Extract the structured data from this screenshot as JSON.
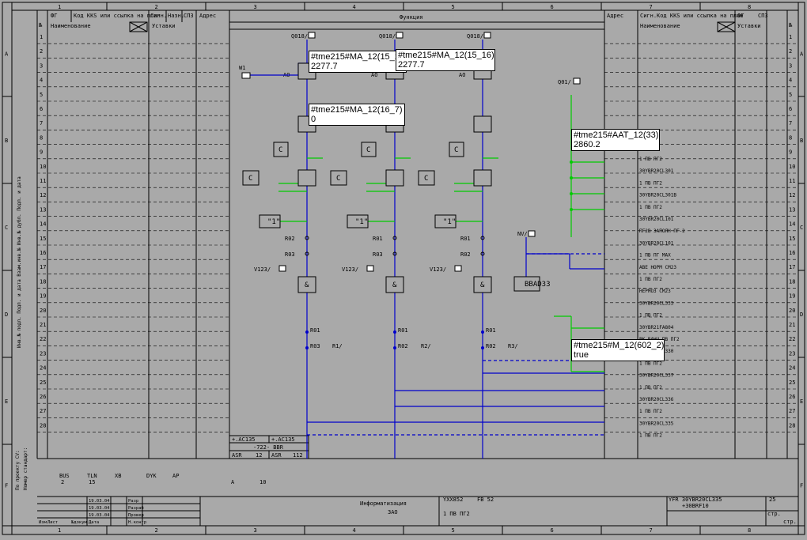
{
  "sheet": {
    "columns": [
      "1",
      "2",
      "3",
      "4",
      "5",
      "6",
      "7",
      "8"
    ],
    "rows_letters": [
      "A",
      "B",
      "C",
      "D",
      "E",
      "F"
    ],
    "row_numbers": [
      "1",
      "2",
      "3",
      "4",
      "5",
      "6",
      "7",
      "8",
      "9",
      "10",
      "11",
      "12",
      "13",
      "14",
      "15",
      "16",
      "17",
      "18",
      "19",
      "20",
      "21",
      "22",
      "23",
      "24",
      "25",
      "26",
      "27",
      "28"
    ],
    "function_title": "Функция",
    "left_header": {
      "fg": "ФГ",
      "kks": "Код KKS или ссылка на план",
      "sign": "Сигн.",
      "naz": "Назн.",
      "spz": "СПЗ",
      "address": "Адрес",
      "name": "Наименование",
      "ustavki": "Уставки",
      "no": "№"
    },
    "right_header": {
      "address": "Адрес",
      "sign": "Сигн.",
      "kks": "Код KKS или ссылка на план",
      "fg": "ФГ",
      "spz": "СПЗ",
      "name": "Наименование",
      "ustavki": "Уставки",
      "no": "№"
    },
    "side_vertical_1": "Инв.№ подл.  Подп. и дата  Взам.инв.№  Инв.№ дубл.  Подп. и дата",
    "side_vertical_2": "Номер стандарт:",
    "side_vertical_3": "По проекту CV:",
    "bottom_left_labels": [
      "BUS",
      "TLN",
      "XB",
      "DYK",
      "AP"
    ],
    "bottom_left_values": [
      "2",
      "15",
      "A",
      "10"
    ]
  },
  "diagram": {
    "q018_labels": [
      "Q018/",
      "Q018/",
      "Q018/"
    ],
    "w1_label": "W1",
    "ao_label": "AO",
    "q01_label": "Q01/",
    "n1_label": "NV/",
    "c_label": "C",
    "and_label": "&",
    "one_label": "\"1\"",
    "r01_label": "R01",
    "r02_label": "R02",
    "r03_label": "R03",
    "v123_label": "V123/",
    "r1_label": "R1/",
    "r2_label": "R2/",
    "r3_label": "R3/",
    "bb_label": "BBAD33",
    "right_labels": [
      "1 ПВ ПГ2",
      "30YBR20CL301",
      "1 ПВ ПГ2",
      "30YBR20CL301B",
      "1 ПВ ПГ2",
      "30YBR20CL101",
      "ПГ2В ЗАПОЛН ПГ-2",
      "30YBR20CL101",
      "1 ПВ ПГ МАХ",
      "АВЕ НОРМ СМ23",
      "1 ПВ ПГ2",
      "НЕРМОЗ СМ23",
      "30YBR20CL333",
      "1 ПВ ПГ2",
      "30YBR21FA804",
      "РК ВАНЦ ПВ ПГ2",
      "30YBR20CL330",
      "1 ПВ ПГ2",
      "30YBR20CL337",
      "1 ПВ ПГ2",
      "30YBR20CL336",
      "1 ПВ ПГ2",
      "30YBR20CL335",
      "1 ПВ ПГ2"
    ],
    "bottom_box": {
      "line1": "+.AC135",
      "line2": "+.AC135",
      "line3": "-722- BBR",
      "asr1": "ASR",
      "v1": "12",
      "asr2": "ASR",
      "v2": "112"
    }
  },
  "title_block": {
    "rows": [
      [
        "",
        "",
        "",
        "19.03.04",
        "Разр",
        "",
        ""
      ],
      [
        "",
        "",
        "",
        "19.03.04",
        "Разраб",
        "",
        ""
      ],
      [
        "",
        "",
        "",
        "19.03.04",
        "Провер",
        "",
        ""
      ],
      [
        "Изм.",
        "Лист",
        "№докум",
        "Дата",
        "Н.контр",
        "",
        ""
      ]
    ],
    "org": "Информатизация",
    "org2": "ЗАО",
    "code_left": "YXX852",
    "code_fb": "FB 52",
    "code_sub": "1 ПВ ПГ2",
    "doc": "YFR 30YBR20CL335",
    "doc2": "+30BRF10",
    "sheet_label": "стр.",
    "sheet_no": "25"
  },
  "tags": [
    {
      "title": "#tme215#MA_12(15_1",
      "value": "2277.7"
    },
    {
      "title": "#tme215#MA_12(15_16)",
      "value": "2277.7"
    },
    {
      "title": "#tme215#MA_12(16_7)",
      "value": "0"
    },
    {
      "title": "#tme215#AAT_12(33)",
      "value": "2860.2"
    },
    {
      "title": "#tme215#M_12(602_2)",
      "value": "true"
    }
  ]
}
